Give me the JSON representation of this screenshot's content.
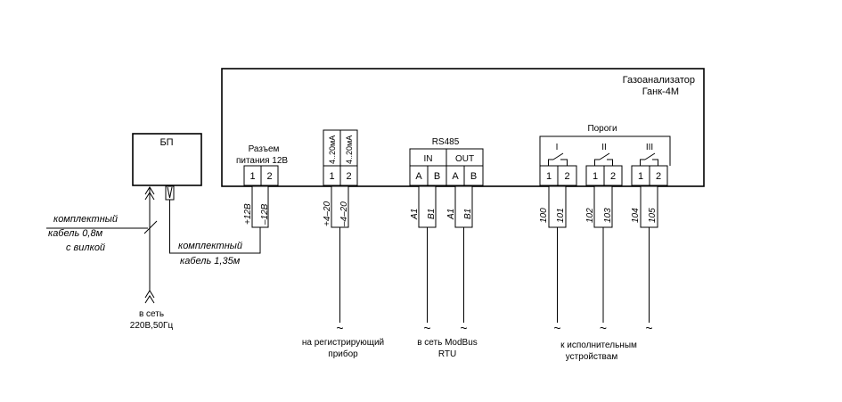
{
  "analyzer": {
    "line1": "Газоанализатор",
    "line2": "Ганк-4М"
  },
  "psu": {
    "label": "БП"
  },
  "power_connector": {
    "title1": "Разъем",
    "title2": "питания 12В",
    "pins": [
      "1",
      "2"
    ],
    "wires": [
      "+12В",
      "–12В"
    ]
  },
  "analog": {
    "headers": [
      "4..20мА",
      "4..20мА"
    ],
    "pins": [
      "1",
      "2"
    ],
    "wires": [
      "+4–20",
      "–4–20"
    ],
    "dest1": "на регистрирующий",
    "dest2": "прибор"
  },
  "rs485": {
    "title": "RS485",
    "in_label": "IN",
    "out_label": "OUT",
    "pins": [
      "A",
      "B",
      "A",
      "B"
    ],
    "wires": [
      "A1",
      "B1",
      "A1",
      "B1"
    ],
    "dest1": "в сеть ModBus",
    "dest2": "RTU"
  },
  "thresholds": {
    "title": "Пороги",
    "groups": [
      "I",
      "II",
      "III"
    ],
    "pins": [
      "1",
      "2",
      "1",
      "2",
      "1",
      "2"
    ],
    "wires": [
      "100",
      "101",
      "102",
      "103",
      "104",
      "105"
    ],
    "dest1": "к исполнительным",
    "dest2": "устройствам"
  },
  "cable_08": {
    "line1": "комплектный",
    "line2": "кабель 0,8м",
    "line3": "с вилкой"
  },
  "cable_135": {
    "line1": "комплектный",
    "line2": "кабель 1,35м"
  },
  "mains": {
    "line1": "в сеть",
    "line2": "220В,50Гц"
  },
  "symbols": {
    "tilde": "~"
  }
}
